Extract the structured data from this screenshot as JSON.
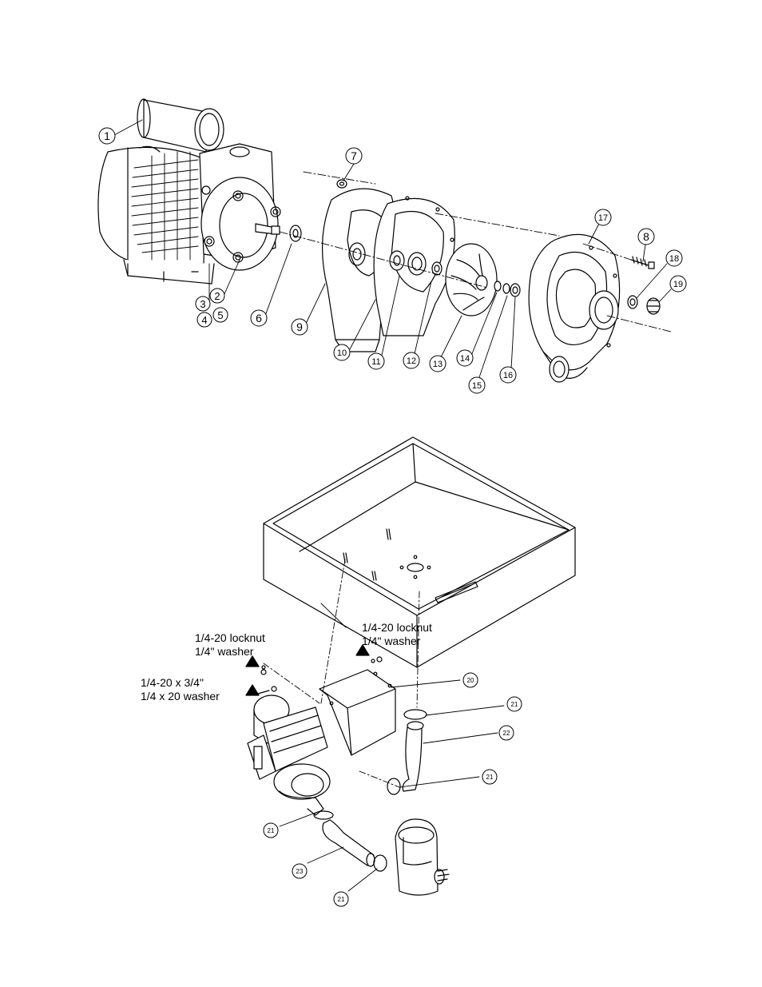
{
  "upper_assembly": {
    "callouts": [
      {
        "id": "c1",
        "label": "1"
      },
      {
        "id": "c2",
        "label": "2"
      },
      {
        "id": "c3",
        "label": "3"
      },
      {
        "id": "c4",
        "label": "4"
      },
      {
        "id": "c5",
        "label": "5"
      },
      {
        "id": "c6",
        "label": "6"
      },
      {
        "id": "c7",
        "label": "7"
      },
      {
        "id": "c8",
        "label": "8"
      },
      {
        "id": "c9",
        "label": "9"
      },
      {
        "id": "c10",
        "label": "10"
      },
      {
        "id": "c11",
        "label": "11"
      },
      {
        "id": "c12",
        "label": "12"
      },
      {
        "id": "c13",
        "label": "13"
      },
      {
        "id": "c14",
        "label": "14"
      },
      {
        "id": "c15",
        "label": "15"
      },
      {
        "id": "c16",
        "label": "16"
      },
      {
        "id": "c17",
        "label": "17"
      },
      {
        "id": "c18",
        "label": "18"
      },
      {
        "id": "c19",
        "label": "19"
      }
    ]
  },
  "lower_assembly": {
    "notes": {
      "left_top": {
        "line1": "1/4-20 locknut",
        "line2": "1/4\" washer"
      },
      "left_bottom": {
        "line1": "1/4-20 x 3/4\"",
        "line2": "1/4 x 20 washer"
      },
      "right_top": {
        "line1": "1/4-20 locknut",
        "line2": "1/4\" washer"
      }
    },
    "callouts": [
      {
        "id": "c20",
        "label": "20"
      },
      {
        "id": "c21a",
        "label": "21"
      },
      {
        "id": "c22",
        "label": "22"
      },
      {
        "id": "c21b",
        "label": "21"
      },
      {
        "id": "c21c",
        "label": "21"
      },
      {
        "id": "c23",
        "label": "23"
      },
      {
        "id": "c21d",
        "label": "21"
      }
    ]
  }
}
